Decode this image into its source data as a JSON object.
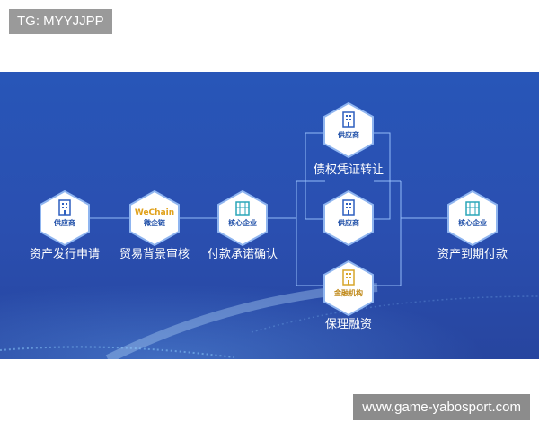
{
  "tag": "TG: MYYJJPP",
  "website": "www.game-yabosport.com",
  "nodes": {
    "supplier1": "供应商",
    "wechain_logo": "WeChain",
    "wechain": "微企链",
    "core1": "核心企业",
    "supplier2": "供应商",
    "supplier3": "供应商",
    "finance": "金融机构",
    "core2": "核心企业"
  },
  "steps": {
    "issue": "资产发行申请",
    "trade": "贸易背景审核",
    "confirm": "付款承诺确认",
    "transfer": "债权凭证转让",
    "factoring": "保理融资",
    "payment": "资产到期付款"
  },
  "colors": {
    "banner": "#2a52b4",
    "icon_blue": "#2d5fbf",
    "icon_teal": "#2aa6b8",
    "icon_gold": "#d7a52a"
  }
}
